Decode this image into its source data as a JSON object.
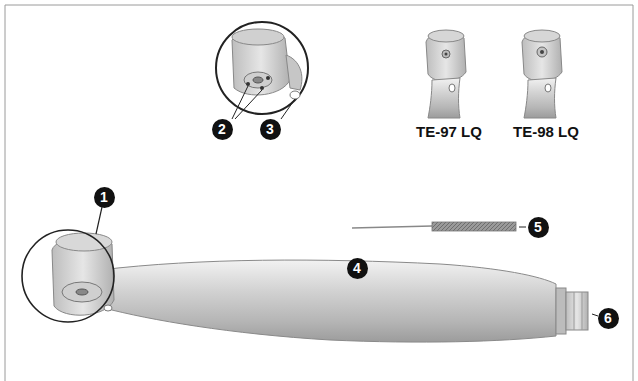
{
  "diagram": {
    "labels": [
      "2",
      "3",
      "TE-97 LQ",
      "TE-98 LQ",
      "1",
      "5",
      "4",
      "6"
    ]
  }
}
